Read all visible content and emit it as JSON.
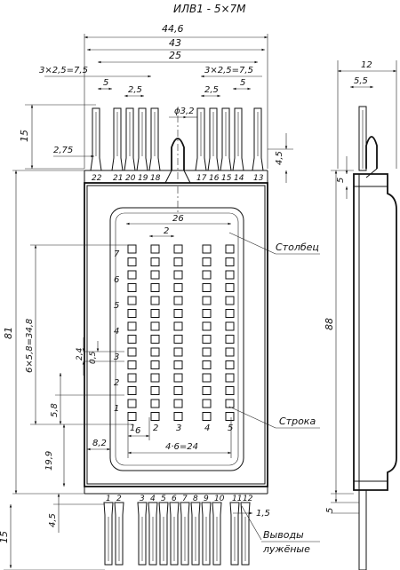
{
  "title": "ИЛВ1 - 5×7М",
  "dims": {
    "overall_width": "44,6",
    "pin_span": "43",
    "inner_span": "25",
    "left_pitch_group": "3×2,5=7,5",
    "right_pitch_group": "3×2,5=7,5",
    "gap_left": "5",
    "pitch_left": "2,5",
    "pitch_right": "2,5",
    "gap_right": "5",
    "hole_dia": "ϕ3,2",
    "lead_height": "15",
    "lead_offset": "2,75",
    "tab_height": "4,5",
    "window_width": "26",
    "dot_pitch": "2",
    "total_height": "81",
    "row_span": "6×5,8=34,8",
    "dot_size": "2,4",
    "dot_gap": "0,5",
    "row_offset": "5,8",
    "bottom_offset": "19,9",
    "left_margin": "8,2",
    "col_offset": "6",
    "col_span": "4·6=24",
    "bottom_tab": "4,5",
    "bottom_lead": "15",
    "pin_width": "1,5",
    "side_width": "12",
    "side_inner": "5,5",
    "side_top": "5",
    "side_height": "88",
    "side_bottom": "5"
  },
  "top_pins": [
    "22",
    "21",
    "20",
    "19",
    "18",
    "17",
    "16",
    "15",
    "14",
    "13"
  ],
  "bottom_pins": [
    "1",
    "2",
    "3",
    "4",
    "5",
    "6",
    "7",
    "8",
    "9",
    "10",
    "11",
    "12"
  ],
  "row_numbers": [
    "7",
    "6",
    "5",
    "4",
    "3",
    "2",
    "1"
  ],
  "col_numbers": [
    "1",
    "2",
    "3",
    "4",
    "5"
  ],
  "callouts": {
    "column": "Столбец",
    "row": "Строка",
    "leads_line1": "Выводы",
    "leads_line2": "лужёные"
  },
  "dot_matrix": {
    "columns": 5,
    "rows": 14
  }
}
